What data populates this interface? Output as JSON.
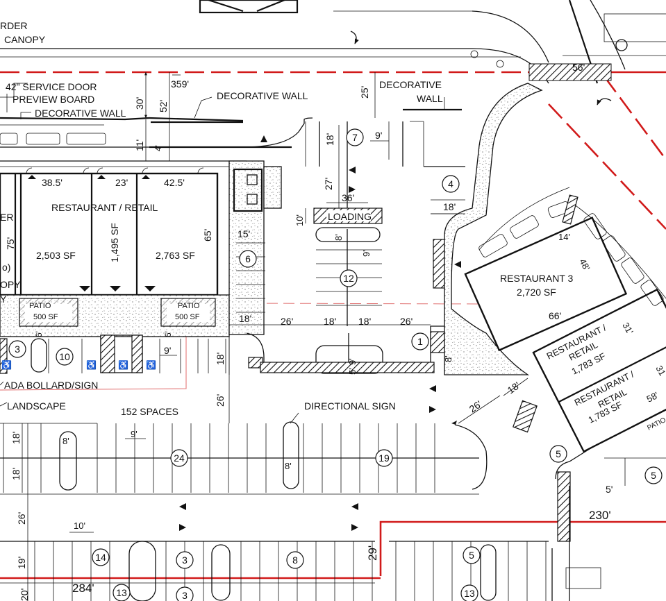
{
  "title_fragments": {
    "border": "RDER",
    "canopy": "CANOPY"
  },
  "notes": {
    "service_door": "42\" SERVICE DOOR",
    "preview_board": "PREVIEW BOARD",
    "decorative_wall_left": "DECORATIVE WALL",
    "decorative_wall_mid": "DECORATIVE WALL",
    "decorative_wall_right_1": "DECORATIVE",
    "decorative_wall_right_2": "WALL",
    "loading": "LOADING",
    "ada_bollard": "ADA BOLLARD/SIGN",
    "landscape": "LANDSCAPE",
    "directional_sign": "DIRECTIONAL SIGN",
    "spaces": "152 SPACES"
  },
  "buildings": {
    "left_partial_1": "ER",
    "left_partial_2": "75'",
    "left_partial_3": "o)",
    "left_partial_4": "OPY",
    "left_partial_5": "Y",
    "restaurant_retail_label": "RESTAURANT / RETAIL",
    "unit_a_sf": "2,503 SF",
    "unit_b_sf": "1,495 SF",
    "unit_c_sf": "2,763 SF",
    "width_a": "38.5'",
    "width_b": "23'",
    "width_c": "42.5'",
    "depth": "65'",
    "patio_1_label": "PATIO",
    "patio_1_sf": "500 SF",
    "patio_2_label": "PATIO",
    "patio_2_sf": "500 SF",
    "restaurant3_label": "RESTAURANT 3",
    "restaurant3_sf": "2,720 SF",
    "restaurant3_dim": "66'",
    "restaurant3_dim2": "48'",
    "restaurant3_dim3": "14'",
    "rr1_line1": "RESTAURANT /",
    "rr1_line2": "RETAIL",
    "rr1_sf": "1,783 SF",
    "rr2_line1": "RESTAURANT /",
    "rr2_line2": "RETAIL",
    "rr2_sf": "1,783 SF",
    "rr_dim1": "31'",
    "rr_dim2": "31",
    "rr_dim3": "58'",
    "patio_right": "PATIO",
    "dim_5": "5'"
  },
  "dimensions": {
    "d359": "359'",
    "d30": "30'",
    "d52": "52'",
    "d11": "11'",
    "d4": "4'",
    "d25": "25'",
    "d56": "56'",
    "d18_v_top": "18'",
    "d9_top": "9'",
    "d27": "27'",
    "d36": "36'",
    "d18_h_right": "18'",
    "d10": "10'",
    "d8_load": "8'",
    "d9_load": "9'",
    "d15": "15'",
    "d18_a": "18'",
    "d26_a": "26'",
    "d18_b": "18'",
    "d18_c": "18'",
    "d26_b": "26'",
    "d6_a": "6'",
    "d6_b": "6'",
    "d9_patio": "9'",
    "d18_v_mid": "18'",
    "d26_v": "26'",
    "d9_island": "9'",
    "d5_island": "5'",
    "d8_right": "8'",
    "d26_diag": "26'",
    "d18_diag": "18'",
    "d8_isl_a": "8'",
    "d9_isl_a": "9'",
    "d8_isl_b": "8'",
    "d18_left_a": "18'",
    "d18_left_b": "18'",
    "d26_left": "26'",
    "d10_bottom": "10'",
    "d19_left": "19'",
    "d29": "29'",
    "d284": "284'",
    "d230": "230'",
    "d20": "20'"
  },
  "space_counts": [
    "7",
    "4",
    "6",
    "12",
    "1",
    "3",
    "10",
    "24",
    "19",
    "14",
    "3",
    "8",
    "5",
    "13",
    "3",
    "13",
    "5",
    "5"
  ],
  "colors": {
    "property_line": "#d11a1a",
    "linework": "#111111"
  }
}
